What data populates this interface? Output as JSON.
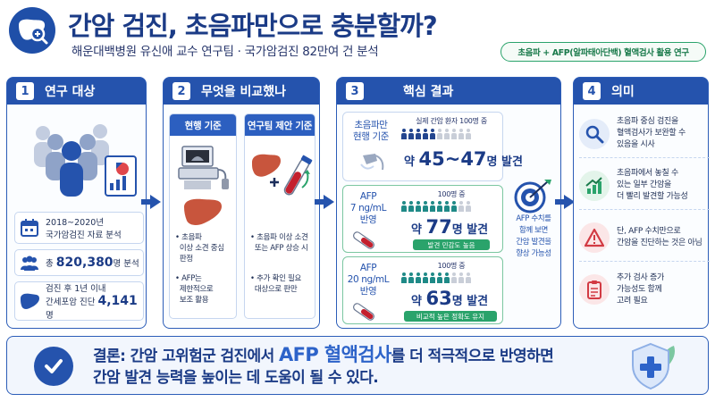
{
  "header": {
    "title": "간암 검진, 초음파만으로 충분할까?",
    "subtitle": "해운대백병원 유신애 교수 연구팀 · 국가암검진 82만여 건 분석",
    "tag": "초음파 + AFP(알파태아단백) 혈액검사 활용 연구"
  },
  "panel1": {
    "number": "1",
    "title": "연구 대상",
    "period_line1": "2018~2020년",
    "period_line2": "국가암검진 자료 분석",
    "total_prefix": "총",
    "total_value": "820,380",
    "total_suffix": "명 분석",
    "diag_line1": "검진 후 1년 이내",
    "diag_line2": "간세포암 진단",
    "diag_value": "4,141",
    "diag_suffix": "명"
  },
  "panel2": {
    "number": "2",
    "title": "무엇을 비교했나",
    "current": {
      "head": "현행 기준",
      "bullet1": [
        "초음파",
        "이상 소견 중심",
        "판정"
      ],
      "bullet2": [
        "AFP는",
        "제한적으로",
        "보조 활용"
      ]
    },
    "proposed": {
      "head": "연구팀 제안 기준",
      "bullet1": [
        "초음파 이상 소견",
        "또는 AFP 상승 시"
      ],
      "bullet2": [
        "추가 확인 필요",
        "대상으로 판만"
      ]
    }
  },
  "panel3": {
    "number": "3",
    "title": "핵심 결과",
    "us_label": [
      "초음파만",
      "현행 기준"
    ],
    "us_caption": "실제 간암 환자 100명 중",
    "us_result_pre": "약",
    "us_result_num": "45~47",
    "us_result_post": "명 발견",
    "afp7_label": [
      "AFP",
      "7 ng/mL",
      "반영"
    ],
    "afp7_caption": "100명 중",
    "afp7_result_pre": "약",
    "afp7_result_num": "77",
    "afp7_result_post": "명 발견",
    "afp7_pill": "발견 민감도 높음",
    "afp20_label": [
      "AFP",
      "20 ng/mL",
      "반영"
    ],
    "afp20_caption": "100명 중",
    "afp20_result_pre": "약",
    "afp20_result_num": "63",
    "afp20_result_post": "명 발견",
    "afp20_pill": "비교적 높은 정확도 유지",
    "side_note": [
      "AFP 수치를",
      "함께 보면",
      "간암 발견을",
      "향상 가능성"
    ]
  },
  "panel4": {
    "number": "4",
    "title": "의미",
    "items": [
      {
        "icon": "magnifier-icon",
        "lines": [
          "초음파 중심 검진을",
          "혈액검사가 보완할 수",
          "있음을 시사"
        ]
      },
      {
        "icon": "growth-chart-icon",
        "lines": [
          "초음파에서 놓칠 수",
          "있는 일부 간암을",
          "더 빨리 발견할 가능성"
        ]
      },
      {
        "icon": "warning-icon",
        "lines": [
          "단, AFP 수치만으로",
          "간암을 진단하는 것은 아님"
        ]
      },
      {
        "icon": "clipboard-icon",
        "lines": [
          "추가 검사 증가",
          "가능성도 함께",
          "고려 필요"
        ]
      }
    ]
  },
  "conclusion": {
    "line1_pre": "결론: 간암 고위험군 검진에서",
    "highlight": "AFP 혈액검사",
    "line1_post": "를 더 적극적으로 반영하면",
    "line2": "간암 발견 능력을 높이는 데 도움이 될 수 있다."
  },
  "colors": {
    "primary": "#2553ad",
    "accent_green": "#2aa36b",
    "liver": "#c8553d",
    "person_on": "#23458f",
    "person_off": "#c9ced8"
  }
}
